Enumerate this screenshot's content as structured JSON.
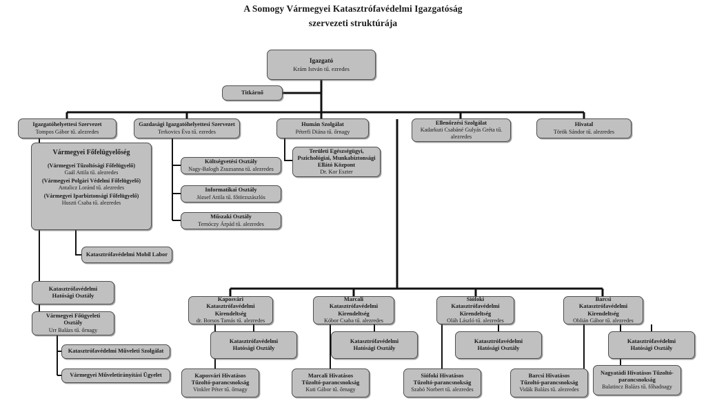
{
  "title": {
    "line1": "A Somogy Vármegyei Katasztrófavédelmi Igazgatóság",
    "line2": "szervezeti struktúrája"
  },
  "colors": {
    "box_fill": "#c0c0c0",
    "box_border": "#4d4d4d",
    "line": "#111111",
    "page_background": "#ffffff",
    "text": "#1a1a1a"
  },
  "nodes": {
    "igazgato": {
      "title": "Igazgató",
      "person": "Krám István tű. ezredes"
    },
    "titkarno": {
      "title": "Titkárnő",
      "person": ""
    },
    "igazgatohelyettesi": {
      "title": "Igazgatóhelyettesi Szervezet",
      "person": "Tompos Gábor tű. alezredes"
    },
    "gazdasagi": {
      "title": "Gazdasági Igazgatóhelyettesi Szervezet",
      "person": "Terkovics Éva tű. ezredes"
    },
    "human": {
      "title": "Humán Szolgálat",
      "person": "Péterfi Diána tű. őrnagy"
    },
    "ellenorzesi": {
      "title": "Ellenőrzési Szolgálat",
      "person": "Kadarkuti Csabáné Gulyás Gréta tű. alezredes"
    },
    "hivatal": {
      "title": "Hivatal",
      "person": "Török Sándor tű. alezredes"
    },
    "fofelugyeloseg": {
      "title": "Vármegyei Főfelügyelőség",
      "groups": [
        {
          "role": "(Vármegyei Tűzoltósági Főfelügyelő)",
          "person": "Gaál Attila tű. alezredes"
        },
        {
          "role": "(Vármegyei Polgári Védelmi Főfelügyelő)",
          "person": "Antalicz Loránd tű. alezredes"
        },
        {
          "role": "(Vármegyei Iparbiztonsági Főfelügyelő)",
          "person": "Huszti Csaba tű. alezredes"
        }
      ]
    },
    "koltsegvetesi": {
      "title": "Költségvetési Osztály",
      "person": "Nagy-Balogh Zsuzsanna tű. alezredes"
    },
    "informatikai": {
      "title": "Informatikai Osztály",
      "person": "József Attila tű. főtörzszászlós"
    },
    "muszaki": {
      "title": "Műszaki Osztály",
      "person": "Ternóczy Árpád tű. alezredes"
    },
    "teruleti_ekp": {
      "title_l1": "Területi Egészségügyi,",
      "title_l2": "Pszichológiai, Munkabiztonsági",
      "title_l3": "Ellátó Központ",
      "person": "Dr. Kor Eszter"
    },
    "mobil_labor": {
      "title": "Katasztrófavédelmi Mobil Labor",
      "person": ""
    },
    "kv_hatosagi_ig": {
      "title_l1": "Katasztrófavédelmi",
      "title_l2": "Hatósági Osztály",
      "person": ""
    },
    "fougyeleti": {
      "title_l1": "Vármegyei Főügyeleti",
      "title_l2": "Osztály",
      "person": "Urr Balázs tű. őrnagy"
    },
    "muveleti_szolgalat": {
      "title": "Katasztrófavédelmi Műveleti Szolgálat",
      "person": ""
    },
    "muveletiranyitasi": {
      "title": "Vármegyei Műveletirányítási Ügyelet",
      "person": ""
    },
    "kirendeltsegek": [
      {
        "id": "kaposvari",
        "city": "Kaposvári",
        "l2": "Katasztrófavédelmi",
        "l3": "Kirendeltség",
        "person": "dr. Borsos Tamás tű. alezredes",
        "hatosagi": {
          "l1": "Katasztrófavédelmi",
          "l2": "Hatósági Osztály"
        },
        "tuzolto": {
          "l1": "Kaposvári Hivatásos",
          "l2": "Tűzoltó-parancsnokság",
          "person": "Vinkler Péter tű. őrnagy"
        }
      },
      {
        "id": "marcali",
        "city": "Marcali",
        "l2": "Katasztrófavédelmi",
        "l3": "Kirendeltség",
        "person": "Kóbor Csaba tű. alezredes",
        "hatosagi": {
          "l1": "Katasztrófavédelmi",
          "l2": "Hatósági Osztály"
        },
        "tuzolto": {
          "l1": "Marcali Hivatásos",
          "l2": "Tűzoltó-parancsnokság",
          "person": "Kuti Gábor tű. őrnagy"
        }
      },
      {
        "id": "siofoki",
        "city": "Siófoki",
        "l2": "Katasztrófavédelmi",
        "l3": "Kirendeltség",
        "person": "Oláh László tű. alezredes",
        "hatosagi": {
          "l1": "Katasztrófavédelmi",
          "l2": "Hatósági Osztály"
        },
        "tuzolto": {
          "l1": "Siófoki Hivatásos",
          "l2": "Tűzoltó-parancsnokság",
          "person": "Szabó Norbert tű. alezredes"
        }
      },
      {
        "id": "barcsi",
        "city": "Barcsi",
        "l2": "Katasztrófavédelmi",
        "l3": "Kirendeltség",
        "person": "Oblián Gábor tű. alezredes",
        "hatosagi": {
          "l1": "Katasztrófavédelmi",
          "l2": "Hatósági Osztály"
        },
        "tuzolto": {
          "l1": "Barcsi Hivatásos",
          "l2": "Tűzoltó-parancsnokság",
          "person": "Vidák Balázs tű. alezredes"
        },
        "tuzolto2": {
          "l1": "Nagyatádi Hivatásos Tűzoltó-",
          "l2": "parancsnokság",
          "person": "Balatincz Balázs tű. főhadnagy"
        }
      }
    ]
  }
}
